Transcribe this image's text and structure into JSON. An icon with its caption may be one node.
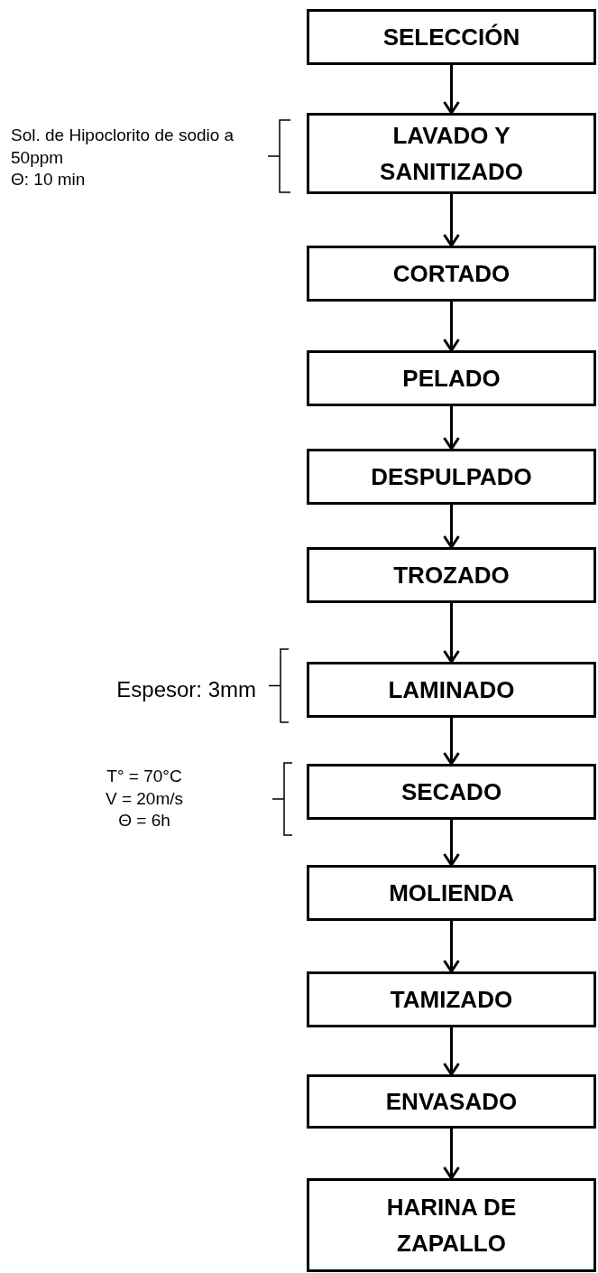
{
  "diagram": {
    "nodes": [
      {
        "text": [
          "SELECCIÓN"
        ]
      },
      {
        "text": [
          "LAVADO Y SANITIZADO"
        ],
        "beside": [
          "Sol. de Hipoclorito de sodio a 50ppm",
          "Θ: 10 min"
        ]
      },
      {
        "text": [
          "CORTADO"
        ]
      },
      {
        "text": [
          "PELADO"
        ]
      },
      {
        "text": [
          "DESPULPADO"
        ]
      },
      {
        "text": [
          "TROZADO"
        ]
      },
      {
        "text": [
          "LAMINADO"
        ],
        "beside": [
          "Espesor: 3mm"
        ]
      },
      {
        "text": [
          "SECADO"
        ],
        "beside": [
          "T° = 70°C",
          "V = 20m/s",
          "Θ = 6h"
        ]
      },
      {
        "text": [
          "MOLIENDA"
        ]
      },
      {
        "text": [
          "TAMIZADO"
        ]
      },
      {
        "text": [
          "ENVASADO"
        ]
      },
      {
        "text": [
          "HARINA DE ZAPALLO"
        ]
      }
    ],
    "edges": [
      {
        "from": 0,
        "to": 1,
        "arrow": "to"
      },
      {
        "from": 1,
        "to": 2,
        "arrow": "to"
      },
      {
        "from": 2,
        "to": 3,
        "arrow": "to"
      },
      {
        "from": 3,
        "to": 4,
        "arrow": "to"
      },
      {
        "from": 4,
        "to": 5,
        "arrow": "to"
      },
      {
        "from": 5,
        "to": 6,
        "arrow": "to"
      },
      {
        "from": 6,
        "to": 7,
        "arrow": "to"
      },
      {
        "from": 7,
        "to": 8,
        "arrow": "to"
      },
      {
        "from": 8,
        "to": 9,
        "arrow": "to"
      },
      {
        "from": 9,
        "to": 10,
        "arrow": "to"
      },
      {
        "from": 10,
        "to": 11,
        "arrow": "to"
      }
    ]
  }
}
